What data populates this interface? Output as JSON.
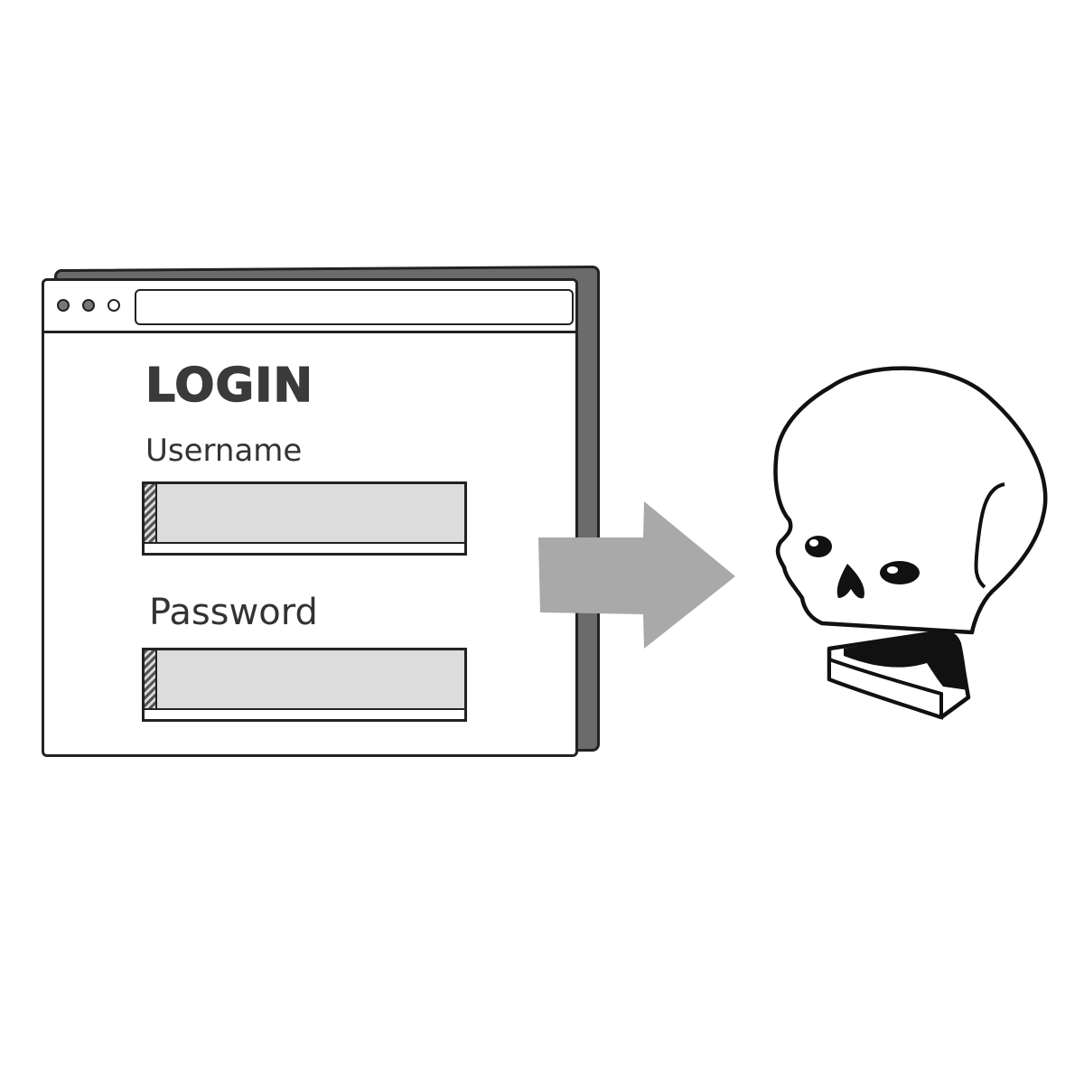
{
  "login_form": {
    "title": "LOGIN",
    "username_label": "Username",
    "password_label": "Password",
    "username_value": "",
    "password_value": ""
  },
  "icons": {
    "arrow": "right-arrow-icon",
    "skull": "skull-icon"
  },
  "colors": {
    "window_shadow": "#6b6b6b",
    "field_fill": "#dcdcdc",
    "arrow": "#a9a9a9",
    "ink": "#222222"
  }
}
